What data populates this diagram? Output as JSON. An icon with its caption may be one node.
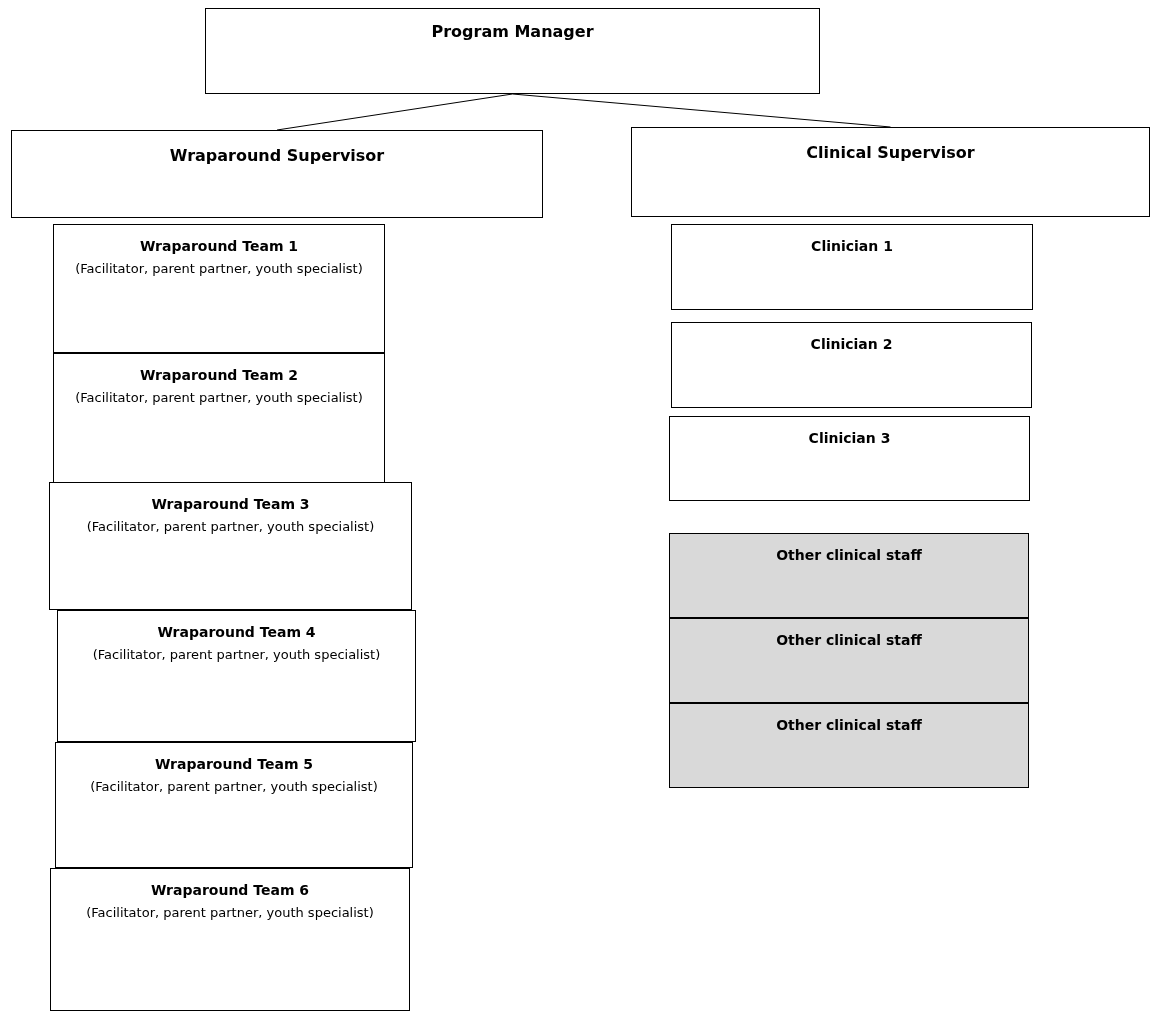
{
  "diagram": {
    "nodes": [
      {
        "text": [
          "Program Manager"
        ]
      },
      {
        "text": [
          "Wraparound Supervisor"
        ]
      },
      {
        "text": [
          "Clinical Supervisor"
        ]
      },
      {
        "text": [
          "Wraparound Team 1",
          "(Facilitator, parent partner, youth specialist)"
        ]
      },
      {
        "text": [
          "Wraparound Team 2",
          "(Facilitator, parent partner, youth specialist)"
        ]
      },
      {
        "text": [
          "Wraparound Team 3",
          "(Facilitator, parent partner, youth specialist)"
        ]
      },
      {
        "text": [
          "Wraparound Team 4",
          "(Facilitator, parent partner, youth specialist)"
        ]
      },
      {
        "text": [
          "Wraparound Team 5",
          "(Facilitator, parent partner, youth specialist)"
        ]
      },
      {
        "text": [
          "Wraparound Team 6",
          "(Facilitator, parent partner, youth specialist)"
        ]
      },
      {
        "text": [
          "Clinician 1"
        ]
      },
      {
        "text": [
          "Clinician 2"
        ]
      },
      {
        "text": [
          "Clinician 3"
        ]
      },
      {
        "text": [
          "Other clinical staff"
        ]
      },
      {
        "text": [
          "Other clinical staff"
        ]
      },
      {
        "text": [
          "Other clinical staff"
        ]
      }
    ],
    "edges": [
      {
        "from": 0,
        "to": 1,
        "arrow": "none"
      },
      {
        "from": 0,
        "to": 2,
        "arrow": "none"
      }
    ]
  }
}
